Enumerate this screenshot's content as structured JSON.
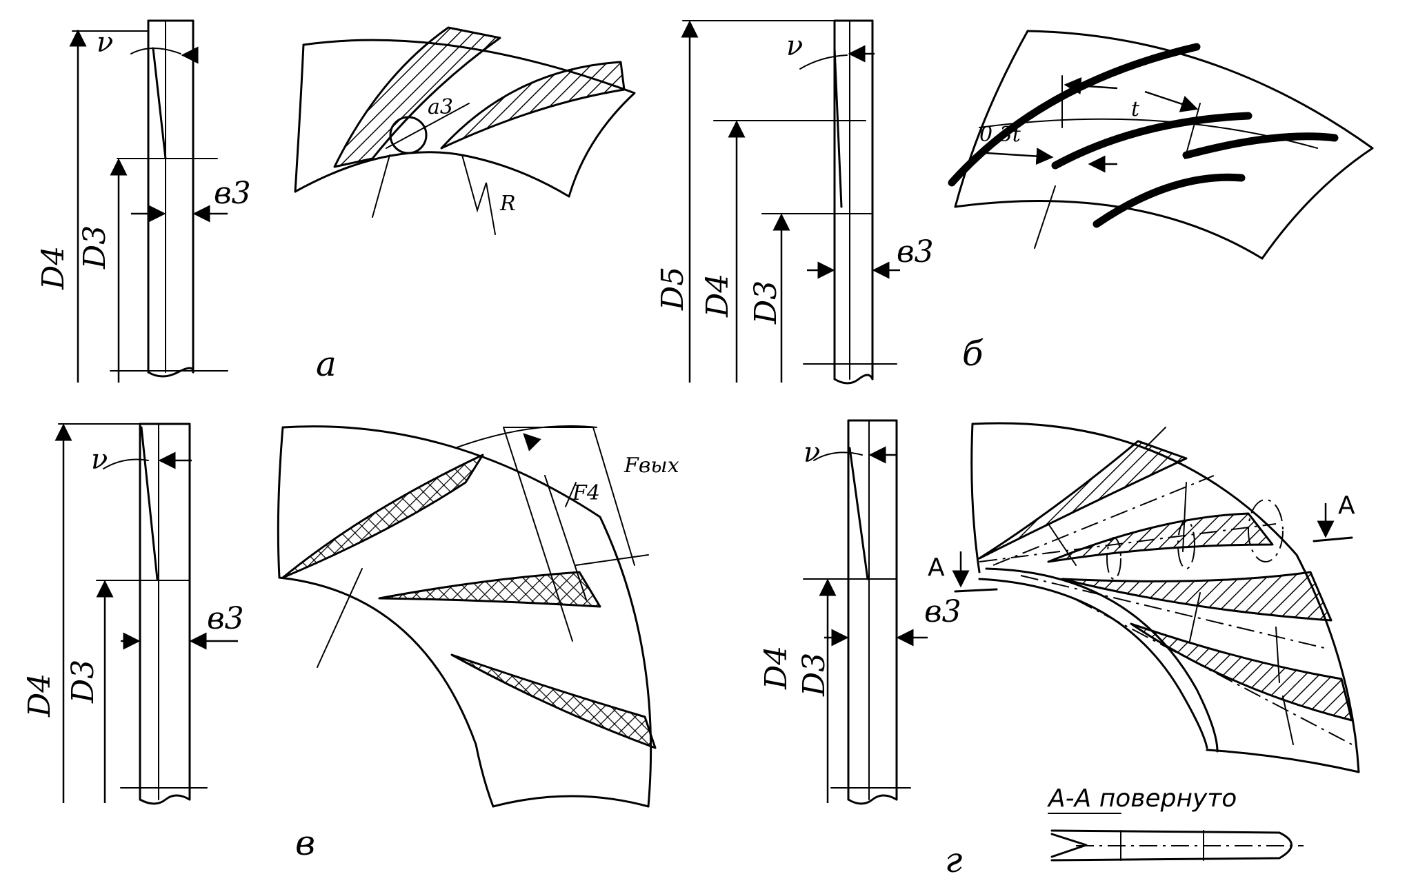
{
  "panels": {
    "a": {
      "caption": "a",
      "labels": {
        "d4": "D4",
        "d3": "D3",
        "b3": "в3",
        "nu": "ν",
        "a3": "a3",
        "r": "R"
      }
    },
    "b": {
      "caption": "б",
      "labels": {
        "d5": "D5",
        "d4": "D4",
        "d3": "D3",
        "b3": "в3",
        "nu": "ν",
        "t": "t",
        "t03": "0,3t"
      }
    },
    "v": {
      "caption": "в",
      "labels": {
        "d4": "D4",
        "d3": "D3",
        "b3": "в3",
        "nu": "ν",
        "f4": "F4",
        "fout": "Fвых"
      }
    },
    "g": {
      "caption": "г",
      "labels": {
        "d4": "D4",
        "d3": "D3",
        "b3": "в3",
        "nu": "ν",
        "a_left": "A",
        "a_right": "A",
        "section": "A-A повернуто"
      }
    }
  }
}
